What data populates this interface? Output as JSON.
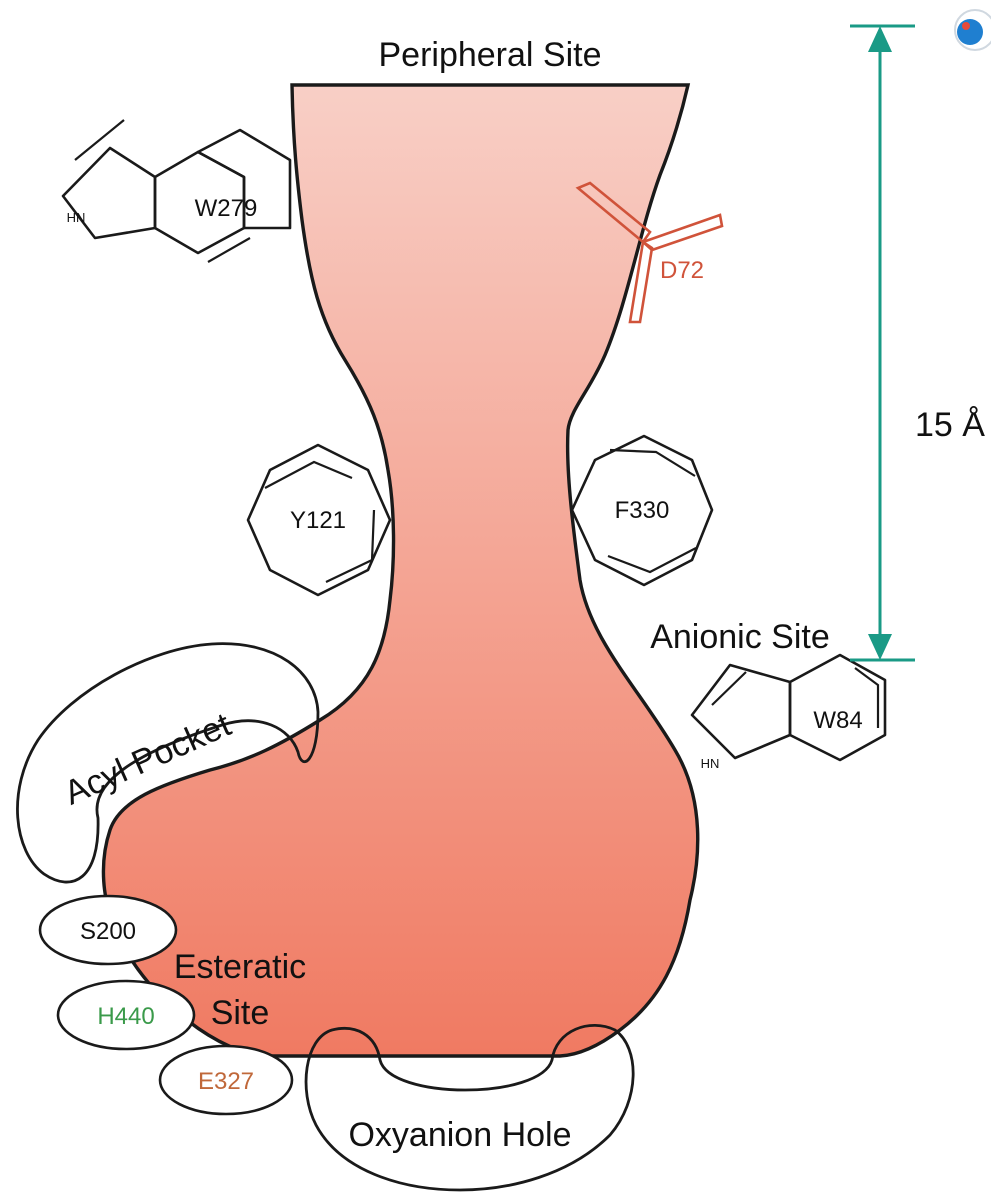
{
  "labels": {
    "peripheral_site": "Peripheral Site",
    "anionic_site": "Anionic Site",
    "acyl_pocket": "Acyl Pocket",
    "esteratic_line1": "Esteratic",
    "esteratic_line2": "Site",
    "oxyanion_hole": "Oxyanion Hole",
    "distance": "15 Å"
  },
  "residues": {
    "w279": "W279",
    "d72": "D72",
    "y121": "Y121",
    "f330": "F330",
    "w84": "W84",
    "s200": "S200",
    "h440": "H440",
    "e327": "E327",
    "hn_top": "HN",
    "hn_bottom": "HN"
  },
  "colors": {
    "gorge_top": "#f8cfc6",
    "gorge_bottom": "#f07a62",
    "measure": "#1a9a86",
    "d72": "#d0533a",
    "h440": "#3a9a4a",
    "e327": "#c0683a",
    "outline": "#1a1a1a"
  }
}
